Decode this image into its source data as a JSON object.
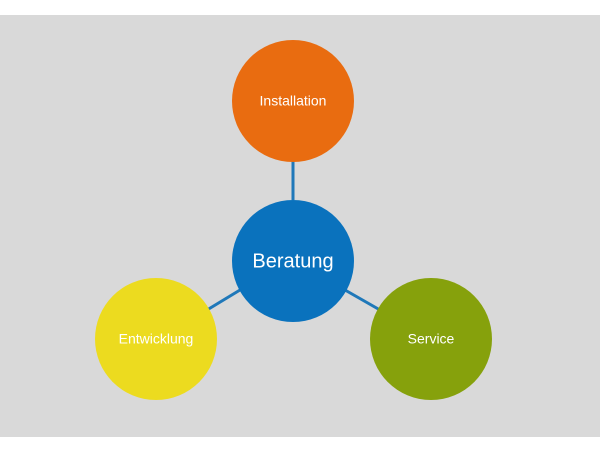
{
  "diagram": {
    "center": {
      "label": "Beratung",
      "color": "#0a72bd"
    },
    "nodes": [
      {
        "label": "Installation",
        "color": "#e96c10"
      },
      {
        "label": "Entwicklung",
        "color": "#ecdb1f"
      },
      {
        "label": "Service",
        "color": "#86a10c"
      }
    ],
    "connector_color": "#1f78b9",
    "background_color": "#d9d9d9"
  }
}
